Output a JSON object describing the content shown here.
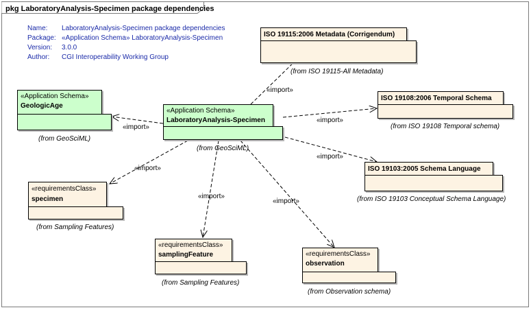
{
  "frame": {
    "title": "pkg LaboratoryAnalysis-Specimen package dependencies"
  },
  "note": {
    "rows": [
      {
        "key": "Name:",
        "value": "LaboratoryAnalysis-Specimen package dependencies"
      },
      {
        "key": "Package:",
        "value": "«Application Schema» LaboratoryAnalysis-Specimen"
      },
      {
        "key": "Version:",
        "value": "3.0.0"
      },
      {
        "key": "Author:",
        "value": "CGI Interoperability Working Group"
      }
    ]
  },
  "packages": {
    "iso19115": {
      "stereotype": "",
      "name": "ISO 19115:2006 Metadata (Corrigendum)",
      "from": "(from ISO 19115-All Metadata)"
    },
    "geologicage": {
      "stereotype": "«Application Schema»",
      "name": "GeologicAge",
      "from": "(from GeoSciML)"
    },
    "lab": {
      "stereotype": "«Application Schema»",
      "name": "LaboratoryAnalysis-Specimen",
      "from": "(from GeoSciML)"
    },
    "iso19108": {
      "stereotype": "",
      "name": "ISO 19108:2006 Temporal Schema",
      "from": "(from ISO 19108 Temporal schema)"
    },
    "iso19103": {
      "stereotype": "",
      "name": "ISO 19103:2005 Schema Language",
      "from": "(from ISO 19103 Conceptual Schema Language)"
    },
    "specimen": {
      "stereotype": "«requirementsClass»",
      "name": "specimen",
      "from": "(from Sampling Features)"
    },
    "samplingfeature": {
      "stereotype": "«requirementsClass»",
      "name": "samplingFeature",
      "from": "(from Sampling Features)"
    },
    "observation": {
      "stereotype": "«requirementsClass»",
      "name": "observation",
      "from": "(from Observation schema)"
    }
  },
  "dependencies": [
    {
      "to": "iso19115",
      "label": "«import»"
    },
    {
      "to": "geologicage",
      "label": "«import»"
    },
    {
      "to": "iso19108",
      "label": "«import»"
    },
    {
      "to": "iso19103",
      "label": "«import»"
    },
    {
      "to": "specimen",
      "label": "«import»"
    },
    {
      "to": "samplingfeature",
      "label": "«import»"
    },
    {
      "to": "observation",
      "label": "«import»"
    }
  ]
}
